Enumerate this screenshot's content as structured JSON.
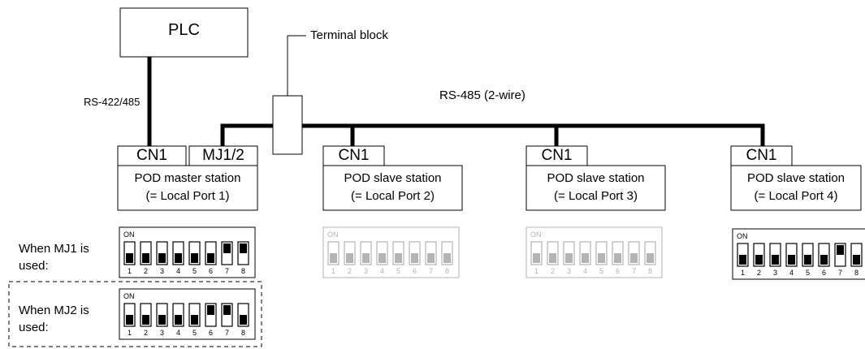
{
  "plc": {
    "label": "PLC"
  },
  "terminal_block": {
    "label": "Terminal block"
  },
  "links": {
    "rs422": "RS-422/485",
    "rs485": "RS-485 (2-wire)"
  },
  "master": {
    "port_cn1": "CN1",
    "port_mj": "MJ1/2",
    "title": "POD master station",
    "subtitle": "(= Local Port 1)"
  },
  "slaves": [
    {
      "port": "CN1",
      "title": "POD slave station",
      "subtitle": "(= Local Port 2)"
    },
    {
      "port": "CN1",
      "title": "POD slave station",
      "subtitle": "(= Local Port 3)"
    },
    {
      "port": "CN1",
      "title": "POD slave station",
      "subtitle": "(= Local Port 4)"
    }
  ],
  "dip_labels": {
    "mj1_line1": "When MJ1 is",
    "mj1_line2": "used:",
    "mj2_line1": "When MJ2 is",
    "mj2_line2": "used:"
  },
  "dip_switches": {
    "on_label": "ON",
    "numbers": [
      "1",
      "2",
      "3",
      "4",
      "5",
      "6",
      "7",
      "8"
    ],
    "sets": [
      {
        "id": "master-mj1",
        "positions": [
          "off",
          "off",
          "off",
          "off",
          "off",
          "off",
          "on",
          "on"
        ]
      },
      {
        "id": "master-mj2",
        "positions": [
          "off",
          "off",
          "off",
          "off",
          "off",
          "on",
          "on",
          "off"
        ]
      },
      {
        "id": "slave-2",
        "positions": [
          "off",
          "off",
          "off",
          "off",
          "off",
          "off",
          "off",
          "off"
        ],
        "dimmed": true
      },
      {
        "id": "slave-3",
        "positions": [
          "off",
          "off",
          "off",
          "off",
          "off",
          "off",
          "off",
          "off"
        ],
        "dimmed": true
      },
      {
        "id": "slave-4",
        "positions": [
          "off",
          "off",
          "off",
          "off",
          "off",
          "off",
          "on",
          "off"
        ]
      }
    ]
  },
  "colors": {
    "line": "#000000",
    "dimmed": "#b4b4b4"
  }
}
